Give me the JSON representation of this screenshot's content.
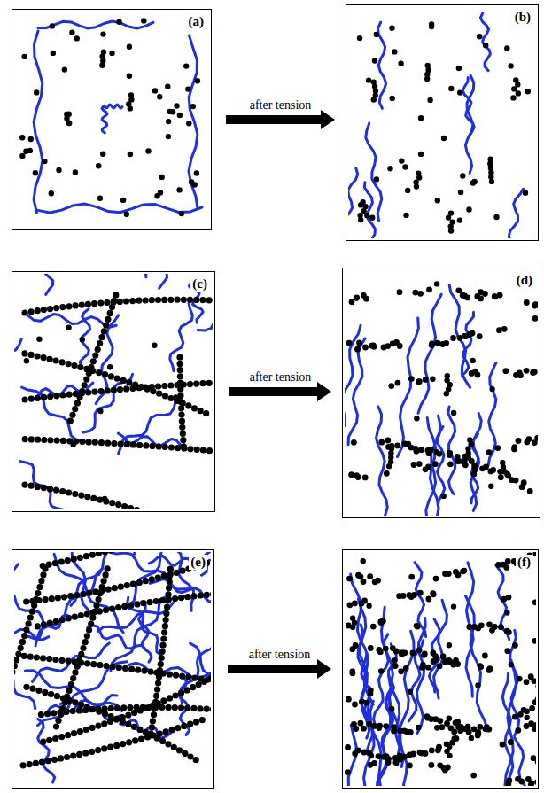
{
  "diagram": {
    "nodes": [
      {
        "text": [
          "(a)"
        ]
      },
      {
        "text": [
          "(b)"
        ]
      },
      {
        "text": [
          "(c)"
        ]
      },
      {
        "text": [
          "(d)"
        ]
      },
      {
        "text": [
          "(e)"
        ]
      },
      {
        "text": [
          "(f)"
        ]
      }
    ],
    "edges": [
      {
        "from": 0,
        "to": 1,
        "label": "after tension",
        "arrow": "to"
      },
      {
        "from": 2,
        "to": 3,
        "label": "after tension",
        "arrow": "to"
      },
      {
        "from": 4,
        "to": 5,
        "label": "after tension",
        "arrow": "to"
      }
    ]
  }
}
